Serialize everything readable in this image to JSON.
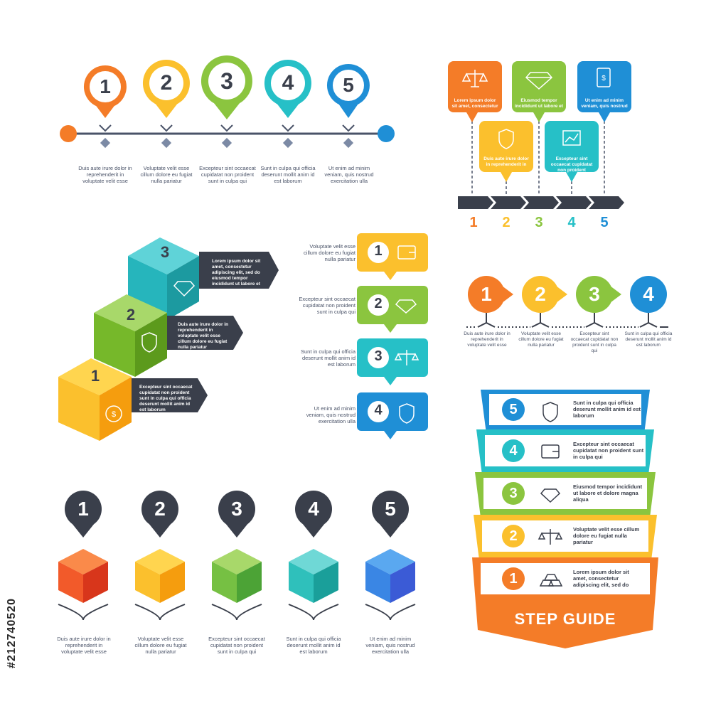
{
  "colors": {
    "orange": "#f47c28",
    "yellow": "#fbc02d",
    "green": "#8bc53f",
    "cyan": "#26c0c7",
    "blue": "#1f8fd6",
    "dark": "#3a3f4b"
  },
  "timeline_pins": {
    "numbers": [
      "1",
      "2",
      "3",
      "4",
      "5"
    ],
    "captions": [
      "Duis aute irure dolor in reprehenderit in voluptate velit esse",
      "Voluptate velit esse cillum dolore eu fugiat nulla pariatur",
      "Excepteur sint occaecat cupidatat non proident sunt in culpa qui",
      "Sunt in culpa qui officia deserunt mollit anim id est laborum",
      "Ut enim ad minim veniam, quis nostrud exercitation ulla"
    ]
  },
  "square_callouts": {
    "texts": [
      "Lorem ipsum dolor sit amet, consectetur",
      "Eiusmod tempor incididunt ut labore et",
      "Ut enim ad minim veniam, quis nostrud",
      "Duis aute irure dolor in reprehenderit in",
      "Excepteur sint occaecat cupidatat non proident"
    ],
    "icons": [
      "scale-icon",
      "diamond-icon",
      "invoice-icon",
      "shield-icon",
      "chart-icon"
    ],
    "numbers": [
      "1",
      "2",
      "3",
      "4",
      "5"
    ]
  },
  "stair_cubes": {
    "numbers": [
      "3",
      "2",
      "1"
    ],
    "texts": [
      "Lorem ipsum dolor sit amet, consectetur adipiscing elit, sed do eiusmod tempor incididunt ut labore et",
      "Duis aute irure dolor in reprehenderit in voluptate velit esse cillum dolore eu fugiat nulla pariatur",
      "Excepteur sint occaecat cupidatat non proident sunt in culpa qui officia deserunt mollit anim id est laborum"
    ],
    "icons": [
      "diamond-icon",
      "shield-icon",
      "money-bag-icon"
    ]
  },
  "speech_list": {
    "numbers": [
      "1",
      "2",
      "3",
      "4"
    ],
    "captions": [
      "Voluptate velit esse cillum dolore eu fugiat nulla pariatur",
      "Excepteur sint occaecat cupidatat non proident sunt in culpa qui",
      "Sunt in culpa qui officia deserunt mollit anim id est laborum",
      "Ut enim ad minim veniam, quis nostrud exercitation ulla"
    ],
    "icons": [
      "wallet-icon",
      "diamond-icon",
      "scale-icon",
      "shield-icon"
    ]
  },
  "drop_timeline": {
    "numbers": [
      "1",
      "2",
      "3",
      "4"
    ],
    "captions": [
      "Duis aute irure dolor in reprehenderit in voluptate velit esse",
      "Voluptate velit esse cillum dolore eu fugiat nulla pariatur",
      "Excepteur sint occaecat cupidatat non proident sunt in culpa qui",
      "Sunt in culpa qui officia deserunt mollit anim id est laborum"
    ]
  },
  "cube_row": {
    "numbers": [
      "1",
      "2",
      "3",
      "4",
      "5"
    ],
    "captions": [
      "Duis aute irure dolor in reprehenderit in voluptate velit esse",
      "Voluptate velit esse cillum dolore eu fugiat nulla pariatur",
      "Excepteur sint occaecat cupidatat non proident sunt in culpa qui",
      "Sunt in culpa qui officia deserunt mollit anim id est laborum",
      "Ut enim ad minim veniam, quis nostrud exercitation ulla"
    ]
  },
  "step_guide": {
    "title": "STEP GUIDE",
    "numbers": [
      "5",
      "4",
      "3",
      "2",
      "1"
    ],
    "texts": [
      "Sunt in culpa qui officia deserunt mollit anim id est laborum",
      "Excepteur sint occaecat cupidatat non proident sunt in culpa qui",
      "Eiusmod tempor incididunt ut labore et dolore magna aliqua",
      "Voluptate velit esse cillum dolore eu fugiat nulla pariatur",
      "Lorem ipsum dolor sit amet, consectetur adipiscing elit, sed do"
    ],
    "icons": [
      "shield-icon",
      "wallet-icon",
      "diamond-icon",
      "scale-icon",
      "gold-bars-icon"
    ]
  },
  "watermark": "#212740520"
}
